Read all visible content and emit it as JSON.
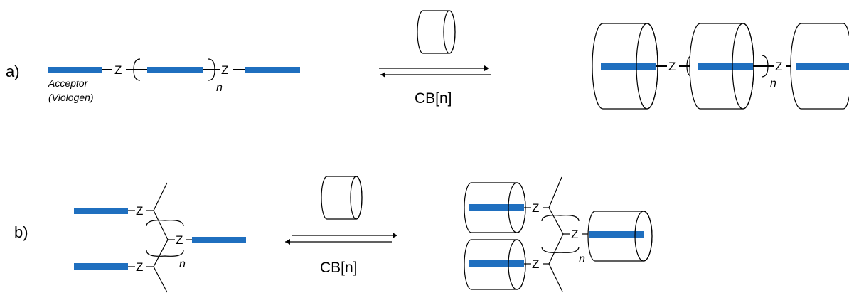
{
  "panel_a": {
    "label": "a)",
    "linker": "Z",
    "repeat": "n",
    "acceptor_line1": "Acceptor",
    "acceptor_line2": "(Viologen)",
    "host": "CB[n]"
  },
  "panel_b": {
    "label": "b)",
    "linker": "Z",
    "repeat": "n",
    "host": "CB[n]"
  },
  "colors": {
    "acceptor_bar": "#1f6fbf"
  }
}
